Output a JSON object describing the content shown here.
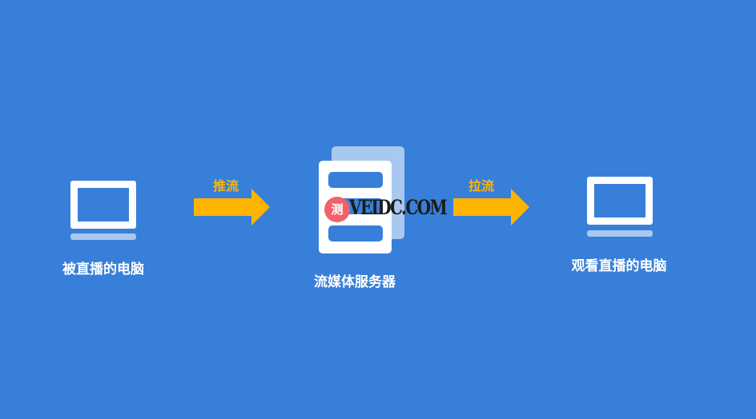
{
  "nodes": {
    "source": {
      "label": "被直播的电脑",
      "icon": "laptop-icon"
    },
    "server": {
      "label": "流媒体服务器",
      "icon": "server-icon"
    },
    "viewer": {
      "label": "观看直播的电脑",
      "icon": "laptop-icon"
    }
  },
  "edges": {
    "push": {
      "label": "推流",
      "icon": "arrow-right-icon"
    },
    "pull": {
      "label": "拉流",
      "icon": "arrow-right-icon"
    }
  },
  "watermark": {
    "badge": "测",
    "text": "VEIDC.COM"
  },
  "colors": {
    "background": "#387fd9",
    "arrow": "#ffb400",
    "icon": "#ffffff",
    "icon_secondary": "#a9c8f0",
    "watermark_badge": "#f2616a"
  }
}
